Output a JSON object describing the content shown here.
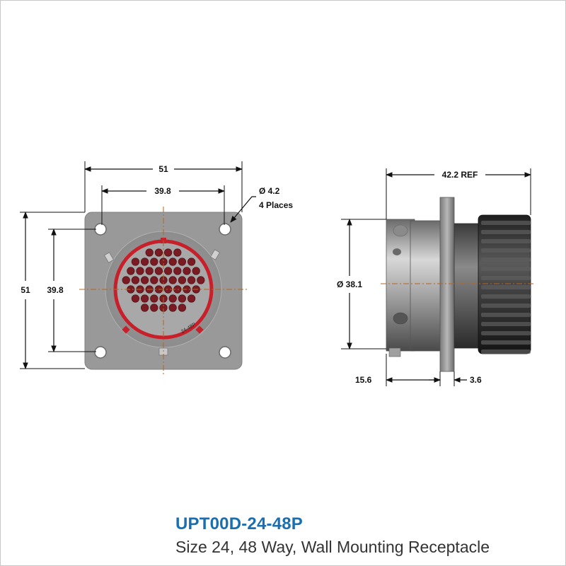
{
  "front_view": {
    "overall_width": "51",
    "hole_spacing_width": "39.8",
    "overall_height": "51",
    "hole_spacing_height": "39.8",
    "hole_callout_line1": "Ø 4.2",
    "hole_callout_line2": "4 Places",
    "insert_marking": "24-48P",
    "pin_count": 48
  },
  "side_view": {
    "overall_length": "42.2 REF",
    "diameter": "Ø 38.1",
    "rear_length": "15.6",
    "flange_thickness": "3.6"
  },
  "title": {
    "part_number": "UPT00D-24-48P",
    "description": "Size 24, 48 Way, Wall Mounting Receptacle"
  },
  "colors": {
    "part_number": "#1a6fb0",
    "flange": "#9a9a9a",
    "insert_ring": "#c8202a",
    "contact": "#7a1a22",
    "centerline": "#b5651d"
  }
}
